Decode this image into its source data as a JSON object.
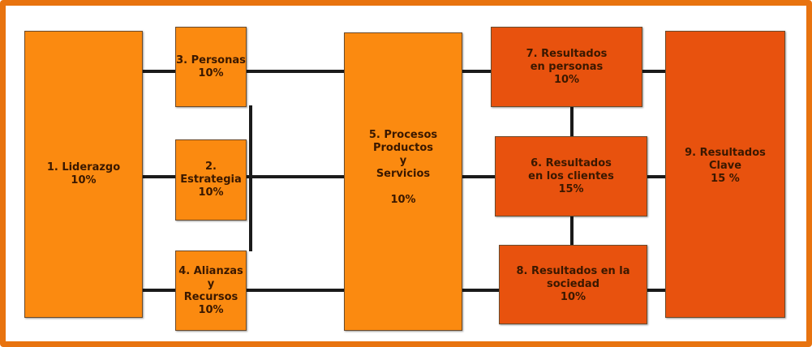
{
  "colors": {
    "frame": "#e8730f",
    "enabler_box": "#fb8a10",
    "result_box": "#e8520e",
    "connector": "#1a1a1a"
  },
  "boxes": {
    "liderazgo": "1. Liderazgo\n10%",
    "personas": "3. Personas\n10%",
    "estrategia": "2. Estrategia\n10%",
    "alianzas": "4. Alianzas y\nRecursos\n10%",
    "procesos": "5. Procesos\nProductos\ny\nServicios\n\n10%",
    "resultados_personas": "7. Resultados\nen personas\n10%",
    "resultados_clientes": "6. Resultados\nen los clientes\n15%",
    "resultados_sociedad": "8. Resultados en la\nsociedad\n10%",
    "resultados_clave": "9.  Resultados\nClave\n15 %"
  }
}
